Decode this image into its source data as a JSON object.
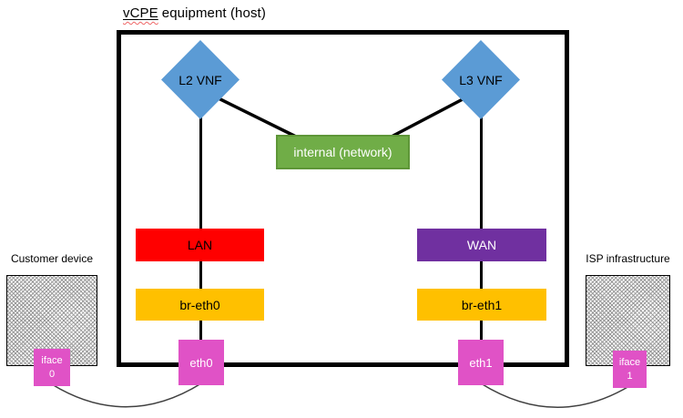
{
  "title": {
    "highlighted_word": "vCPE",
    "rest": "equipment (host)"
  },
  "host": {
    "vnfs": [
      {
        "id": "l2",
        "label": "L2 VNF"
      },
      {
        "id": "l3",
        "label": "L3 VNF"
      }
    ],
    "internal_network": {
      "label": "internal (network)"
    },
    "networks": [
      {
        "id": "lan",
        "label": "LAN"
      },
      {
        "id": "wan",
        "label": "WAN"
      }
    ],
    "bridges": [
      {
        "id": "br-eth0",
        "label": "br-eth0"
      },
      {
        "id": "br-eth1",
        "label": "br-eth1"
      }
    ],
    "ports": [
      {
        "id": "eth0",
        "label": "eth0"
      },
      {
        "id": "eth1",
        "label": "eth1"
      }
    ]
  },
  "external": [
    {
      "id": "customer",
      "label": "Customer device",
      "iface_word": "iface",
      "iface_num": "0"
    },
    {
      "id": "isp",
      "label": "ISP infrastructure",
      "iface_word": "iface",
      "iface_num": "1"
    }
  ],
  "colors": {
    "vnf_blue": "#5B9BD5",
    "internal_green": "#70AD47",
    "internal_green_border": "#5E9638",
    "lan_red": "#FF0000",
    "wan_purple": "#7030A0",
    "bridge_orange": "#FFC000",
    "port_magenta": "#E052C6",
    "connector_black": "#000000",
    "cable_gray": "#404040",
    "spellcheck_red": "#E66666"
  }
}
